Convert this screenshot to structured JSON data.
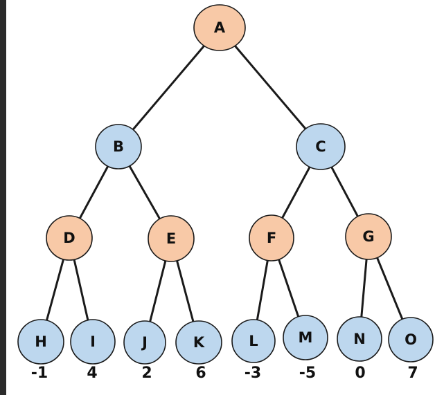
{
  "colors": {
    "max_node_fill": "#f8c9a7",
    "min_node_fill": "#bdd7ee",
    "edge": "#1a1a1a",
    "outline": "#1a1a1a"
  },
  "tree": {
    "nodes": [
      {
        "id": "A",
        "label": "A",
        "level": "max"
      },
      {
        "id": "B",
        "label": "B",
        "level": "min"
      },
      {
        "id": "C",
        "label": "C",
        "level": "min"
      },
      {
        "id": "D",
        "label": "D",
        "level": "max"
      },
      {
        "id": "E",
        "label": "E",
        "level": "max"
      },
      {
        "id": "F",
        "label": "F",
        "level": "max"
      },
      {
        "id": "G",
        "label": "G",
        "level": "max"
      },
      {
        "id": "H",
        "label": "H",
        "level": "min",
        "value": "-1"
      },
      {
        "id": "I",
        "label": "I",
        "level": "min",
        "value": "4"
      },
      {
        "id": "J",
        "label": "J",
        "level": "min",
        "value": "2"
      },
      {
        "id": "K",
        "label": "K",
        "level": "min",
        "value": "6"
      },
      {
        "id": "L",
        "label": "L",
        "level": "min",
        "value": "-3"
      },
      {
        "id": "M",
        "label": "M",
        "level": "min",
        "value": "-5"
      },
      {
        "id": "N",
        "label": "N",
        "level": "min",
        "value": "0"
      },
      {
        "id": "O",
        "label": "O",
        "level": "min",
        "value": "7"
      }
    ],
    "edges": [
      [
        "A",
        "B"
      ],
      [
        "A",
        "C"
      ],
      [
        "B",
        "D"
      ],
      [
        "B",
        "E"
      ],
      [
        "C",
        "F"
      ],
      [
        "C",
        "G"
      ],
      [
        "D",
        "H"
      ],
      [
        "D",
        "I"
      ],
      [
        "E",
        "J"
      ],
      [
        "E",
        "K"
      ],
      [
        "F",
        "L"
      ],
      [
        "F",
        "M"
      ],
      [
        "G",
        "N"
      ],
      [
        "G",
        "O"
      ]
    ]
  }
}
